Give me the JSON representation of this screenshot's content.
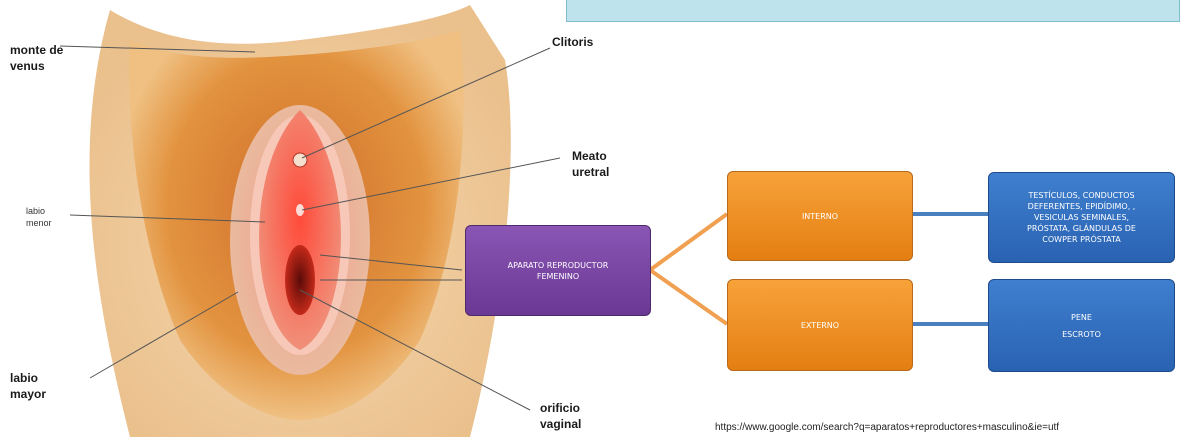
{
  "anatomy_labels": {
    "monte_de_venus": [
      "monte de",
      "venus"
    ],
    "clitoris": "Clitoris",
    "meato_uretral": [
      "Meato",
      "uretral"
    ],
    "labio_menor": [
      "labio",
      "menor"
    ],
    "labio_mayor": [
      "labio",
      "mayor"
    ],
    "orificio_vaginal": [
      "orificio",
      "vaginal"
    ]
  },
  "concept_map": {
    "root": [
      "APARATO REPRODUCTOR",
      "FEMENINO"
    ],
    "interno": "INTERNO",
    "externo": "EXTERNO",
    "interno_detail": [
      "TESTÍCULOS, CONDUCTOS",
      "DEFERENTES, EPIDÍDIMO, ,",
      "VESICULAS SEMINALES,",
      "PRÓSTATA, GLÁNDULAS DE",
      "COWPER PRÓSTATA"
    ],
    "externo_detail": [
      "PENE",
      "ESCROTO"
    ]
  },
  "source_url": "https://www.google.com/search?q=aparatos+reproductores+masculino&ie=utf",
  "colors": {
    "root": "#7b45a8",
    "branch": "#f0901f",
    "leaf": "#3571c2",
    "connector_orange": "#f0a050",
    "connector_blue": "#4a7fc0",
    "banner": "#bfe3ec"
  }
}
